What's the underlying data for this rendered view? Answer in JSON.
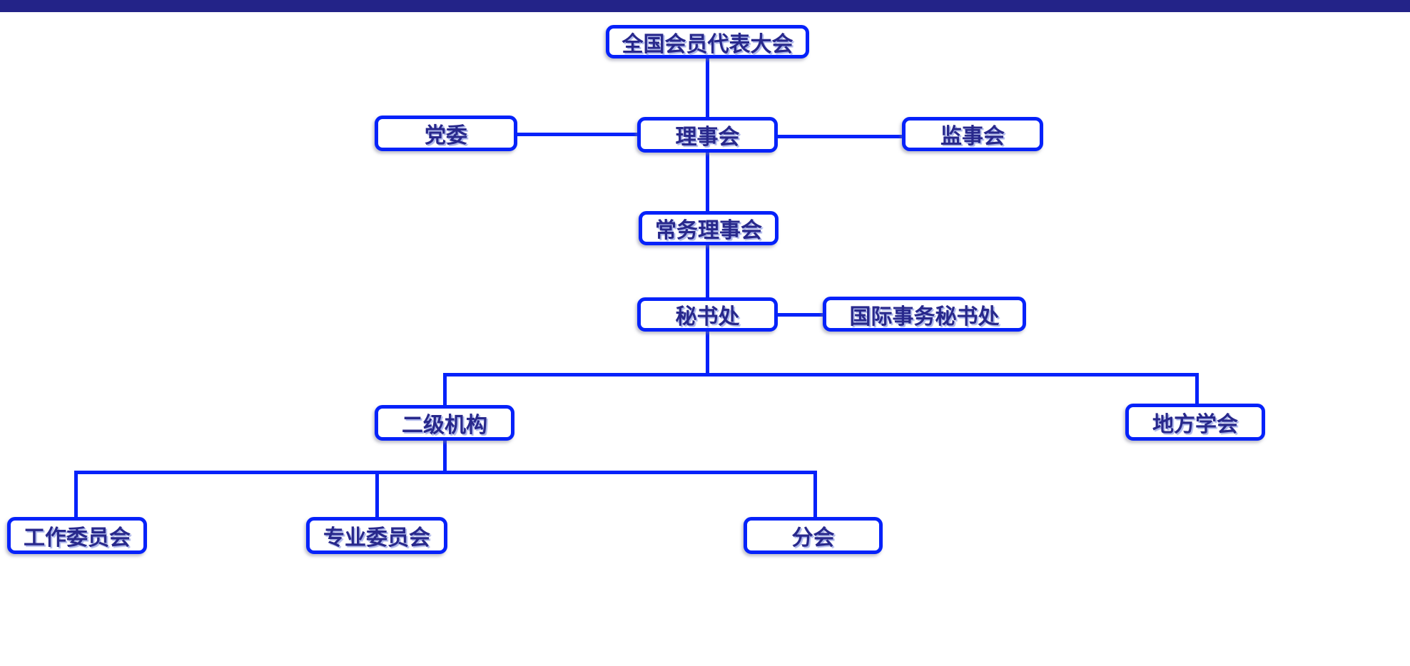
{
  "page": {
    "background_color": "#ffffff",
    "top_bar_color": "#232388",
    "line_color": "#0522fa",
    "node_border_color": "#0522fa",
    "node_text_color": "#28288c"
  },
  "org_chart": {
    "nodes": [
      {
        "id": "national",
        "label": "全国会员代表大会"
      },
      {
        "id": "party",
        "label": "党委"
      },
      {
        "id": "council",
        "label": "理事会"
      },
      {
        "id": "supervisory",
        "label": "监事会"
      },
      {
        "id": "standing",
        "label": "常务理事会"
      },
      {
        "id": "secretariat",
        "label": "秘书处"
      },
      {
        "id": "intl",
        "label": "国际事务秘书处"
      },
      {
        "id": "secondary",
        "label": "二级机构"
      },
      {
        "id": "local",
        "label": "地方学会"
      },
      {
        "id": "working",
        "label": "工作委员会"
      },
      {
        "id": "professional",
        "label": "专业委员会"
      },
      {
        "id": "branch",
        "label": "分会"
      }
    ],
    "edges": [
      {
        "from": "全国会员代表大会",
        "to": "理事会"
      },
      {
        "from": "理事会",
        "to": "党委"
      },
      {
        "from": "理事会",
        "to": "监事会"
      },
      {
        "from": "理事会",
        "to": "常务理事会"
      },
      {
        "from": "常务理事会",
        "to": "秘书处"
      },
      {
        "from": "秘书处",
        "to": "国际事务秘书处"
      },
      {
        "from": "秘书处",
        "to": "二级机构"
      },
      {
        "from": "秘书处",
        "to": "地方学会"
      },
      {
        "from": "二级机构",
        "to": "工作委员会"
      },
      {
        "from": "二级机构",
        "to": "专业委员会"
      },
      {
        "from": "二级机构",
        "to": "分会"
      }
    ]
  }
}
